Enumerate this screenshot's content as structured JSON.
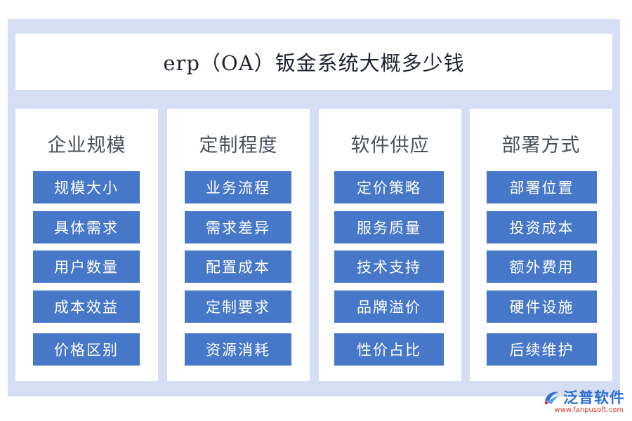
{
  "title": "erp（OA）钣金系统大概多少钱",
  "columns": [
    {
      "heading": "企业规模",
      "items": [
        "规模大小",
        "具体需求",
        "用户数量",
        "成本效益",
        "价格区别"
      ]
    },
    {
      "heading": "定制程度",
      "items": [
        "业务流程",
        "需求差异",
        "配置成本",
        "定制要求",
        "资源消耗"
      ]
    },
    {
      "heading": "软件供应",
      "items": [
        "定价策略",
        "服务质量",
        "技术支持",
        "品牌溢价",
        "性价占比"
      ]
    },
    {
      "heading": "部署方式",
      "items": [
        "部署位置",
        "投资成本",
        "额外费用",
        "硬件设施",
        "后续维护"
      ]
    }
  ],
  "logo": {
    "name": "泛普软件",
    "url": "www.fanpusoft.com",
    "icon": "fanpu-logo-icon"
  },
  "colors": {
    "frame": "#d6def3",
    "item_background": "#4677c8",
    "item_text": "#ffffff",
    "heading_text": "#4a4f5c",
    "logo_blue": "#2d6fd4",
    "logo_red": "#d23a2a"
  }
}
